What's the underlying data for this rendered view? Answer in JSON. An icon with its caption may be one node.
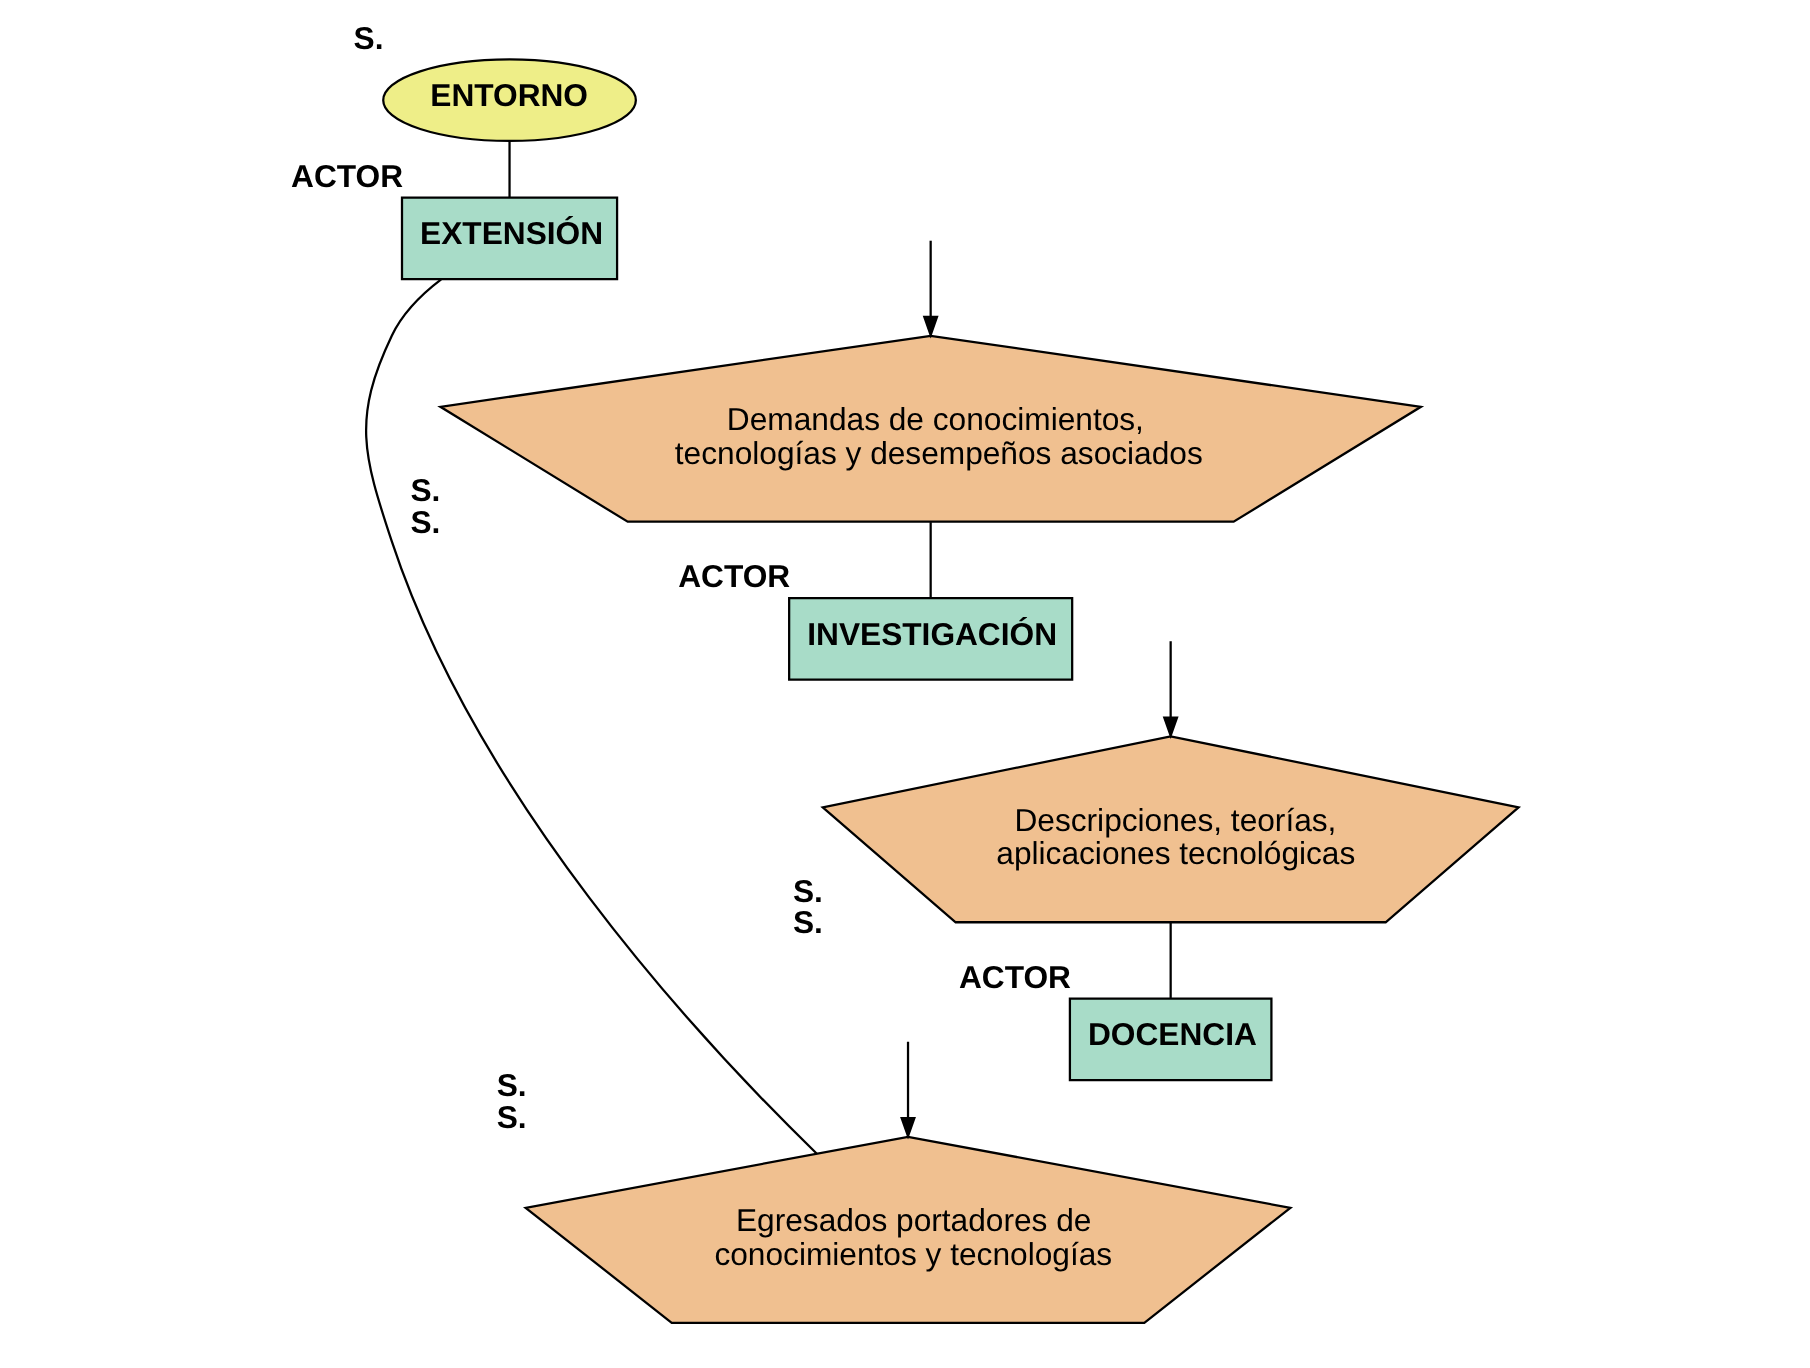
{
  "diagram": {
    "nodes": [
      {
        "text": [
          "ENTORNO"
        ],
        "beside": [
          "S."
        ]
      },
      {
        "text": [
          "EXTENSIÓN"
        ],
        "beside": [
          "ACTOR"
        ]
      },
      {
        "text": [
          "Demandas de conocimientos, tecnologías y desempeños asociados"
        ],
        "beside": [
          "S.",
          "S."
        ]
      },
      {
        "text": [
          "INVESTIGACIÓN"
        ],
        "beside": [
          "ACTOR"
        ]
      },
      {
        "text": [
          "Descripciones, teorías, aplicaciones tecnológicas"
        ],
        "beside": [
          "S.",
          "S."
        ]
      },
      {
        "text": [
          "DOCENCIA"
        ],
        "beside": [
          "ACTOR"
        ]
      },
      {
        "text": [
          "Egresados portadores de conocimientos y tecnologías"
        ],
        "beside": [
          "S.",
          "S."
        ]
      }
    ],
    "edges": [
      {
        "from": 0,
        "to": 1,
        "arrow": "none"
      },
      {
        "from": null,
        "to": 2,
        "arrow": "to"
      },
      {
        "from": 2,
        "to": 3,
        "arrow": "none"
      },
      {
        "from": null,
        "to": 4,
        "arrow": "to"
      },
      {
        "from": 4,
        "to": 5,
        "arrow": "none"
      },
      {
        "from": null,
        "to": 6,
        "arrow": "to"
      },
      {
        "from": 6,
        "to": 1,
        "arrow": "none"
      }
    ]
  }
}
